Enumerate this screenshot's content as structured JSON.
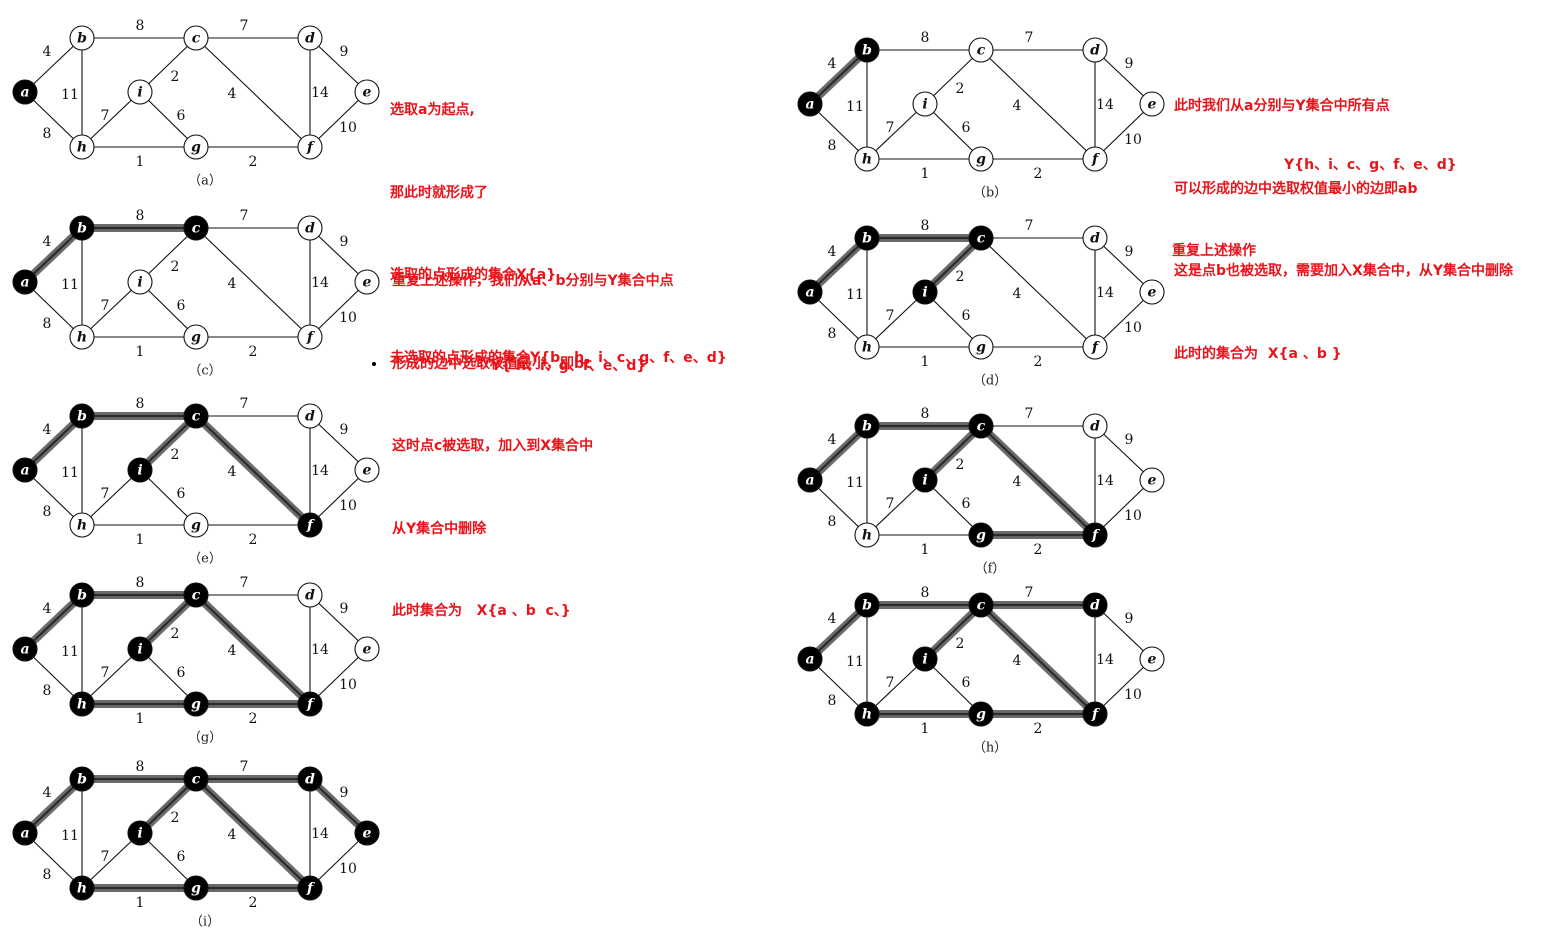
{
  "edges": [
    {
      "u": "a",
      "v": "b",
      "w": "4"
    },
    {
      "u": "a",
      "v": "h",
      "w": "8"
    },
    {
      "u": "b",
      "v": "c",
      "w": "8"
    },
    {
      "u": "b",
      "v": "h",
      "w": "11"
    },
    {
      "u": "c",
      "v": "d",
      "w": "7"
    },
    {
      "u": "c",
      "v": "i",
      "w": "2"
    },
    {
      "u": "c",
      "v": "f",
      "w": "4"
    },
    {
      "u": "d",
      "v": "e",
      "w": "9"
    },
    {
      "u": "d",
      "v": "f",
      "w": "14"
    },
    {
      "u": "e",
      "v": "f",
      "w": "10"
    },
    {
      "u": "f",
      "v": "g",
      "w": "2"
    },
    {
      "u": "g",
      "v": "h",
      "w": "1"
    },
    {
      "u": "g",
      "v": "i",
      "w": "6"
    },
    {
      "u": "h",
      "v": "i",
      "w": "7"
    }
  ],
  "panels": [
    {
      "id": "a",
      "caption": "（a）",
      "selected": [
        "a"
      ],
      "tree": []
    },
    {
      "id": "b",
      "caption": "（b）",
      "selected": [
        "a",
        "b"
      ],
      "tree": [
        "a-b"
      ]
    },
    {
      "id": "c",
      "caption": "（c）",
      "selected": [
        "a",
        "b",
        "c"
      ],
      "tree": [
        "a-b",
        "b-c"
      ]
    },
    {
      "id": "d",
      "caption": "（d）",
      "selected": [
        "a",
        "b",
        "c",
        "i"
      ],
      "tree": [
        "a-b",
        "b-c",
        "c-i"
      ]
    },
    {
      "id": "e",
      "caption": "（e）",
      "selected": [
        "a",
        "b",
        "c",
        "i",
        "f"
      ],
      "tree": [
        "a-b",
        "b-c",
        "c-i",
        "c-f"
      ]
    },
    {
      "id": "f",
      "caption": "（f）",
      "selected": [
        "a",
        "b",
        "c",
        "i",
        "f",
        "g"
      ],
      "tree": [
        "a-b",
        "b-c",
        "c-i",
        "c-f",
        "f-g"
      ]
    },
    {
      "id": "g",
      "caption": "（g）",
      "selected": [
        "a",
        "b",
        "c",
        "i",
        "f",
        "g",
        "h"
      ],
      "tree": [
        "a-b",
        "b-c",
        "c-i",
        "c-f",
        "f-g",
        "g-h"
      ]
    },
    {
      "id": "h",
      "caption": "（h）",
      "selected": [
        "a",
        "b",
        "c",
        "i",
        "f",
        "g",
        "h",
        "d"
      ],
      "tree": [
        "a-b",
        "b-c",
        "c-i",
        "c-f",
        "f-g",
        "g-h",
        "c-d"
      ]
    },
    {
      "id": "i",
      "caption": "（i）",
      "selected": [
        "a",
        "b",
        "c",
        "i",
        "f",
        "g",
        "h",
        "d",
        "e"
      ],
      "tree": [
        "a-b",
        "b-c",
        "c-i",
        "c-f",
        "f-g",
        "g-h",
        "c-d",
        "d-e"
      ]
    }
  ],
  "notes": {
    "a": [
      "选取a为起点,",
      "那此时就形成了",
      "选取的点形成的集合X{a}",
      "未选取的点形成的集合Y{b、h、i、c、g、f、e、d}"
    ],
    "b": [
      "此时我们从a分别与Y集合中所有点",
      "可以形成的边中选取权值最小的边即ab",
      "这是点b也被选取，需要加入X集合中，从Y集合中删除",
      "此时的集合为  X{a 、b }"
    ],
    "b_y": "Y{h、i、c、g、f、e、d}",
    "c": [
      "重复上述操作，我们从a、b分别与Y集合中点",
      "形成的边中选取权值最小，即bc",
      "这时点c被选取，加入到X集合中",
      "从Y集合中删除",
      "此时集合为   X{a 、b  c、}"
    ],
    "c_y": "Y{ h、i、g、f、e、d}",
    "d": "重复上述操作"
  }
}
